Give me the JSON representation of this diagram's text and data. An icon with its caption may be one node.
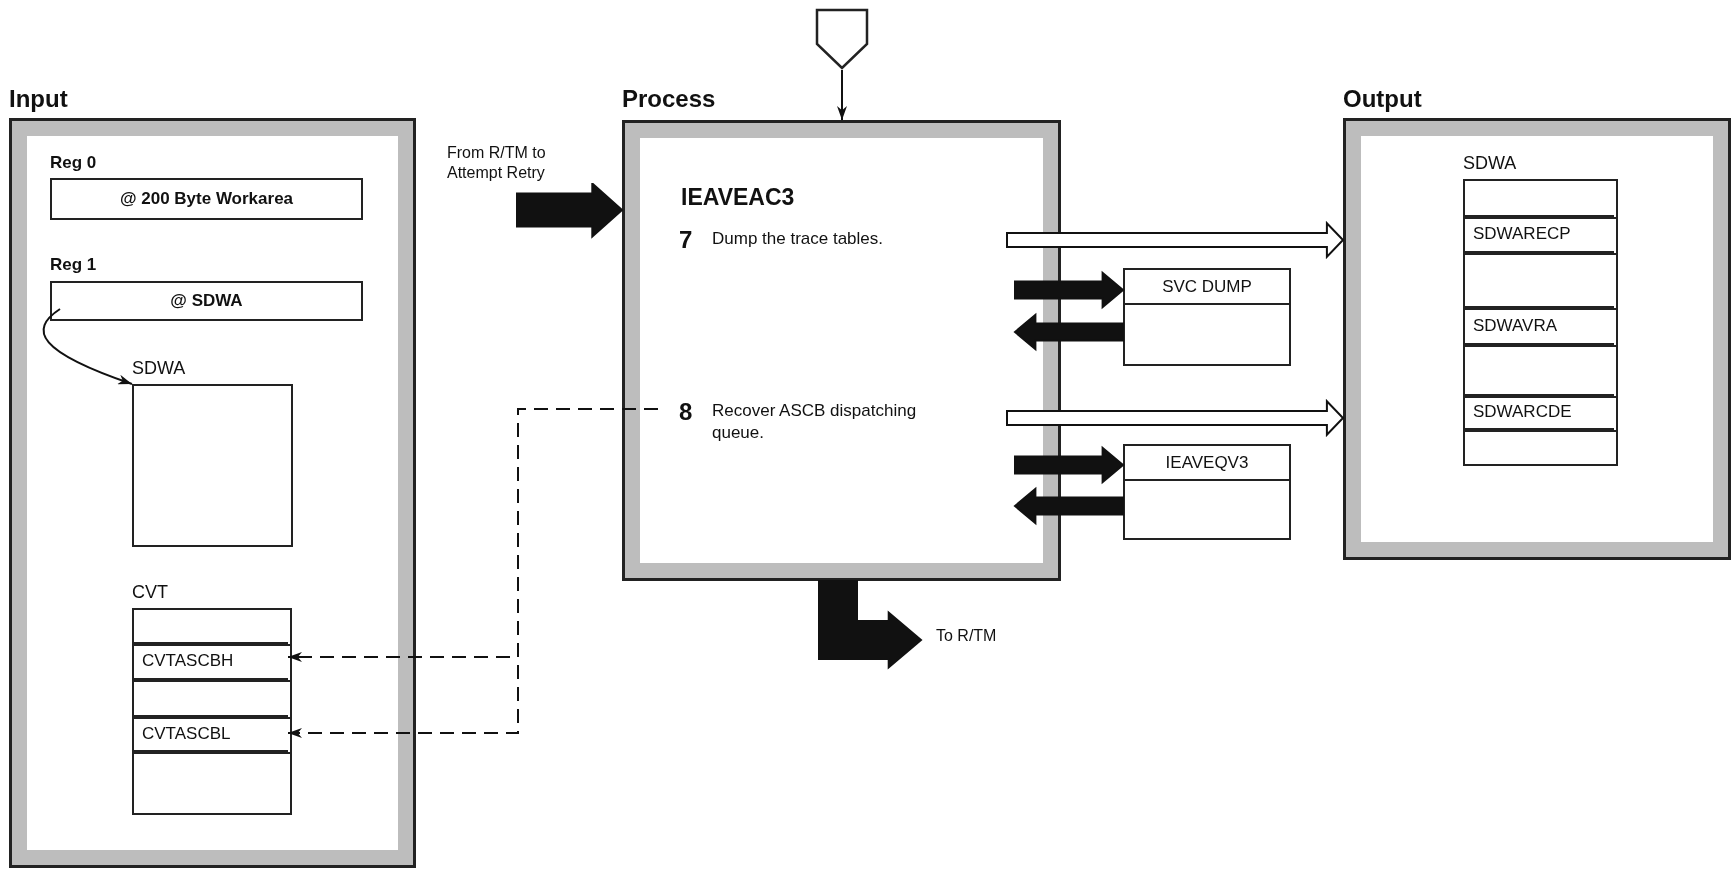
{
  "diagram": {
    "nodes": [
      {
        "text": [
          "Input"
        ]
      },
      {
        "text": [
          "Reg 0",
          "@ 200 Byte Workarea"
        ],
        "in": 0
      },
      {
        "text": [
          "Reg 1",
          "@ SDWA"
        ],
        "in": 0
      },
      {
        "text": [
          "SDWA"
        ],
        "in": 0
      },
      {
        "text": [
          "CVT"
        ],
        "in": 0
      },
      {
        "text": [
          "CVTASCBH"
        ],
        "in": 4
      },
      {
        "text": [
          "CVTASCBL"
        ],
        "in": 4
      },
      {
        "text": [
          "Process",
          "IEAVEAC3"
        ]
      },
      {
        "text": [
          "7",
          "Dump the trace tables."
        ],
        "in": 7
      },
      {
        "text": [
          "8",
          "Recover ASCB dispatching queue."
        ],
        "in": 7
      },
      {
        "text": [
          "SVC DUMP"
        ]
      },
      {
        "text": [
          "IEAVEQV3"
        ]
      },
      {
        "text": [
          "Output"
        ]
      },
      {
        "text": [
          "SDWA"
        ],
        "in": 12
      },
      {
        "text": [
          "SDWARECP"
        ],
        "in": 13
      },
      {
        "text": [
          "SDWAVRA"
        ],
        "in": 13
      },
      {
        "text": [
          "SDWARCDE"
        ],
        "in": 13
      },
      {
        "text": [],
        "shape": "pentagon"
      }
    ],
    "edges": [
      {
        "from": 2,
        "to": 3,
        "arrow": "to"
      },
      {
        "from": 17,
        "to": 7,
        "arrow": "to"
      },
      {
        "from": null,
        "to": 7,
        "arrow": "to",
        "label": "From R/TM to Attempt Retry",
        "style": "thick"
      },
      {
        "from": 7,
        "to": null,
        "arrow": "to",
        "label": "To R/TM",
        "style": "thick"
      },
      {
        "from": 8,
        "to": 12,
        "arrow": "to",
        "style": "thick"
      },
      {
        "from": 7,
        "to": 10,
        "arrow": "to",
        "style": "thick"
      },
      {
        "from": 10,
        "to": 7,
        "arrow": "to",
        "style": "thick"
      },
      {
        "from": 9,
        "to": 12,
        "arrow": "to",
        "style": "thick"
      },
      {
        "from": 7,
        "to": 11,
        "arrow": "to",
        "style": "thick"
      },
      {
        "from": 11,
        "to": 7,
        "arrow": "to",
        "style": "thick"
      },
      {
        "from": 9,
        "to": 5,
        "arrow": "to",
        "style": "dashed"
      },
      {
        "from": 9,
        "to": 6,
        "arrow": "to",
        "style": "dashed"
      }
    ]
  }
}
